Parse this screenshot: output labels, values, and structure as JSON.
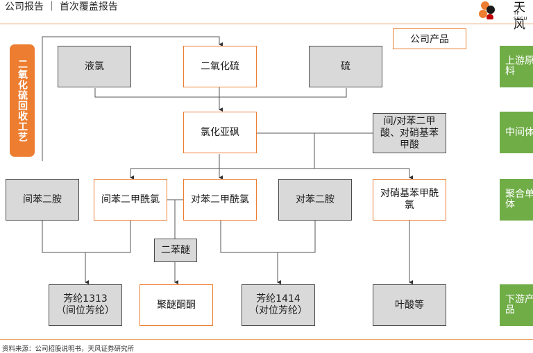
{
  "header": {
    "title": "公司报告 ｜ 首次覆盖报告",
    "logo_text": "天风",
    "logo_sub": "TF SECU"
  },
  "side_label": "二氧化硫回收工艺",
  "legend": "公司产品",
  "nodes": {
    "liquid_cl": "液氯",
    "so2": "二氧化硫",
    "sulfur": "硫",
    "socl2": "氯化亚砜",
    "acids": "间/对苯二甲酸、对硝基苯甲酸",
    "mpda": "间苯二胺",
    "ipc": "间苯二甲酰氯",
    "tpc": "对苯二甲酰氯",
    "ppda": "对苯二胺",
    "nbc": "对硝基苯甲酰氯",
    "dpe": "二苯醚",
    "aramid1313": "芳纶1313（间位芳纶）",
    "peek": "聚醚酮酮",
    "aramid1414": "芳纶1414（对位芳纶）",
    "folic": "叶酸等"
  },
  "tiers": [
    "上游原料",
    "中间体",
    "聚合单体",
    "下游产品"
  ],
  "source": "资料来源：公司招股说明书，天风证券研究所",
  "colors": {
    "orange": "#ed7d31",
    "green": "#70ad47",
    "gray": "#d9d9d9"
  }
}
